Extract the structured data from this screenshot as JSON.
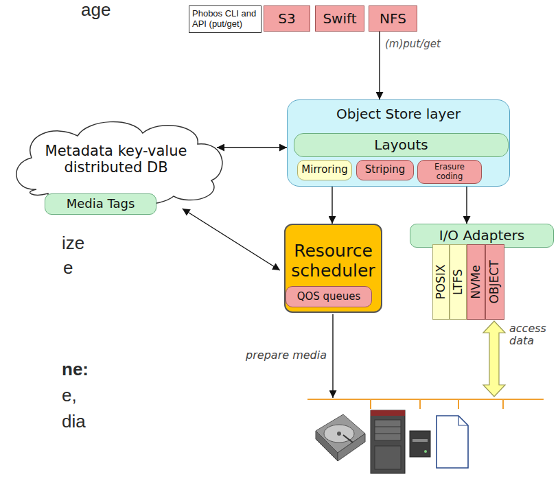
{
  "diagram": {
    "nodes": [
      {
        "text": [
          "Phobos CLI and API (put/get)"
        ]
      },
      {
        "text": [
          "S3"
        ]
      },
      {
        "text": [
          "Swift"
        ]
      },
      {
        "text": [
          "NFS"
        ]
      },
      {
        "text": [
          "Object Store layer"
        ]
      },
      {
        "text": [
          "Layouts"
        ],
        "in": 4
      },
      {
        "text": [
          "Mirroring"
        ],
        "in": 4
      },
      {
        "text": [
          "Striping"
        ],
        "in": 4
      },
      {
        "text": [
          "Erasure coding"
        ],
        "in": 4
      },
      {
        "text": [
          "Metadata key-value distributed DB"
        ]
      },
      {
        "text": [
          "Media Tags"
        ],
        "in": 9
      },
      {
        "text": [
          "Resource scheduler"
        ]
      },
      {
        "text": [
          "QOS queues"
        ],
        "in": 11
      },
      {
        "text": [
          "I/O Adapters"
        ]
      },
      {
        "text": [
          "POSIX"
        ]
      },
      {
        "text": [
          "LTFS"
        ]
      },
      {
        "text": [
          "NVMe"
        ]
      },
      {
        "text": [
          "OBJECT"
        ]
      }
    ],
    "edges": [
      {
        "from": 3,
        "to": 4,
        "arrow": "to",
        "label": "(m)put/get"
      },
      {
        "from": 9,
        "to": 4,
        "arrow": "both"
      },
      {
        "from": 9,
        "to": 11,
        "arrow": "both"
      },
      {
        "from": 4,
        "to": 11,
        "arrow": "to"
      },
      {
        "from": 4,
        "to": 13,
        "arrow": "to"
      }
    ],
    "labels": [
      "age",
      "ize",
      "e",
      "ne:",
      "e,",
      "dia",
      "prepare media",
      "access data"
    ]
  }
}
